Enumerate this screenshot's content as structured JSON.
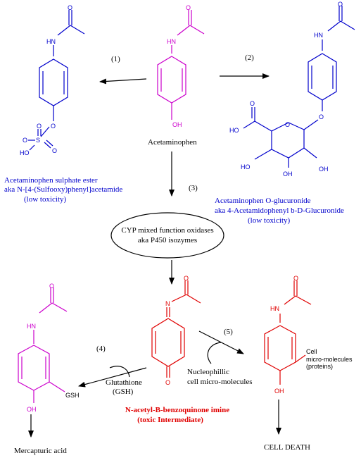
{
  "colors": {
    "magenta": "#cc00cc",
    "blue": "#0000cc",
    "red": "#e00000",
    "black": "#000000"
  },
  "atoms": {
    "nh": "HN",
    "oh": "OH",
    "ho": "HO",
    "o": "O",
    "s": "S",
    "gsh": "GSH",
    "n": "N",
    "cell": "Cell",
    "micro": "micro-molecules",
    "proteins": "(proteins)"
  },
  "steps": {
    "s1": "(1)",
    "s2": "(2)",
    "s3": "(3)",
    "s4": "(4)",
    "s5": "(5)"
  },
  "labels": {
    "acetaminophen": "Acetaminophen",
    "sulphate_1": "Acetaminophen sulphate ester",
    "sulphate_2": "aka N-[4-(Sulfooxy)phenyl]acetamide",
    "sulphate_3": "(low toxicity)",
    "gluc_1": "Acetaminophen O-glucuronide",
    "gluc_2": "aka 4-Acetamidophenyl b-D-Glucuronide",
    "gluc_3": "(low toxicity)",
    "cyp_1": "CYP mixed function oxidases",
    "cyp_2": "aka P450 isozymes",
    "napqi_1": "N-acetyl-B-benzoquinone imine",
    "napqi_2": "(toxic Intermediate)",
    "glut_1": "Glutathione",
    "glut_2": "(GSH)",
    "nuc_1": "Nucleophillic",
    "nuc_2": "cell micro-molecules",
    "mercapturic": "Mercapturic acid",
    "cell_death": "CELL DEATH"
  }
}
